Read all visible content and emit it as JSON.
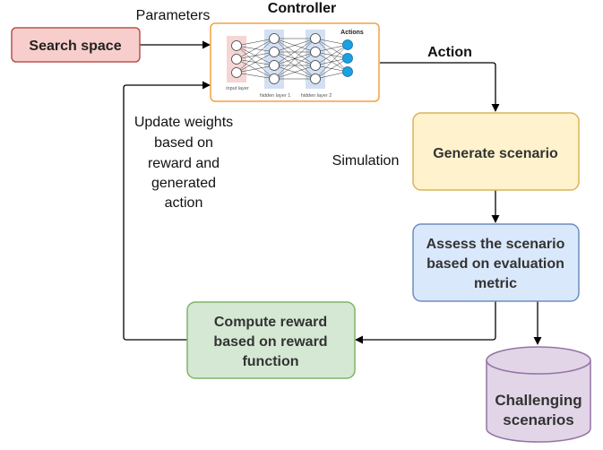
{
  "labels": {
    "parameters": "Parameters",
    "controller": "Controller",
    "action": "Action",
    "simulation": "Simulation",
    "update_lines": [
      "Update weights",
      "based on",
      "reward and",
      "generated",
      "action"
    ]
  },
  "boxes": {
    "search_space": {
      "lines": [
        "Search space"
      ],
      "fill": "#f8cecc",
      "stroke": "#b85450"
    },
    "generate_scenario": {
      "lines": [
        "Generate scenario"
      ],
      "fill": "#fff2cc",
      "stroke": "#d6b656"
    },
    "assess_scenario": {
      "lines": [
        "Assess the scenario",
        "based on evaluation",
        "metric"
      ],
      "fill": "#dae8fc",
      "stroke": "#6c8ebf"
    },
    "compute_reward": {
      "lines": [
        "Compute reward",
        "based on reward",
        "function"
      ],
      "fill": "#d5e8d4",
      "stroke": "#82b366"
    },
    "challenging_scenarios": {
      "lines": [
        "Challenging",
        "scenarios"
      ],
      "fill": "#e1d5e7",
      "stroke": "#9673a6"
    }
  },
  "network": {
    "input_label": "input layer",
    "hidden1_label": "hidden layer 1",
    "hidden2_label": "hidden layer 2",
    "actions_label": "Actions",
    "node_color": "#1ba1e2",
    "frame_stroke": "#f5a142"
  }
}
